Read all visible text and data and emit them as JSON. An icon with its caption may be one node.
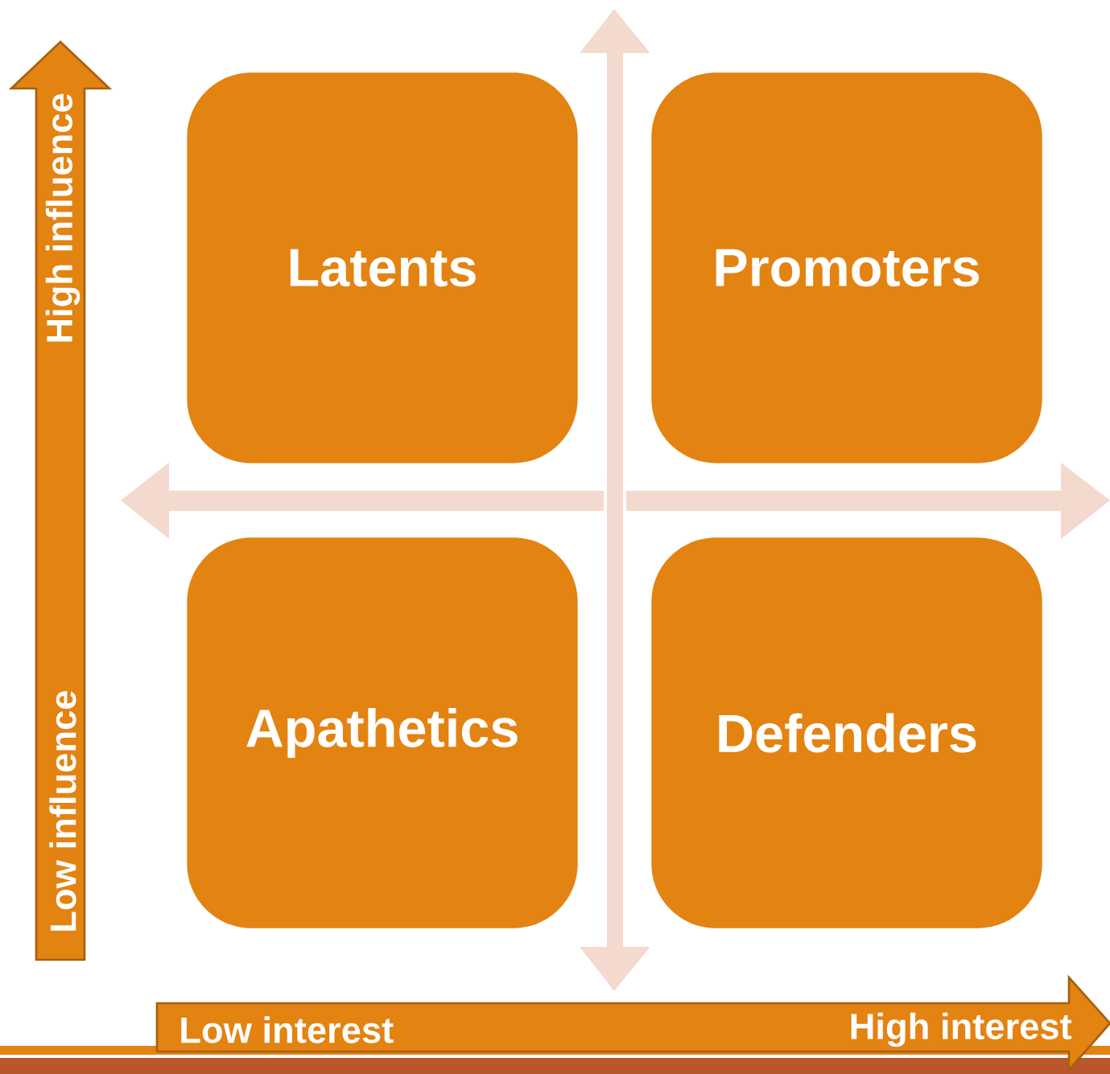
{
  "diagram": {
    "nodes": [
      {
        "text": [
          "Latents"
        ]
      },
      {
        "text": [
          "Promoters"
        ]
      },
      {
        "text": [
          "Apathetics"
        ]
      },
      {
        "text": [
          "Defenders"
        ]
      }
    ],
    "labels": [
      "High influence",
      "Low influence",
      "Low interest",
      "High interest"
    ]
  }
}
